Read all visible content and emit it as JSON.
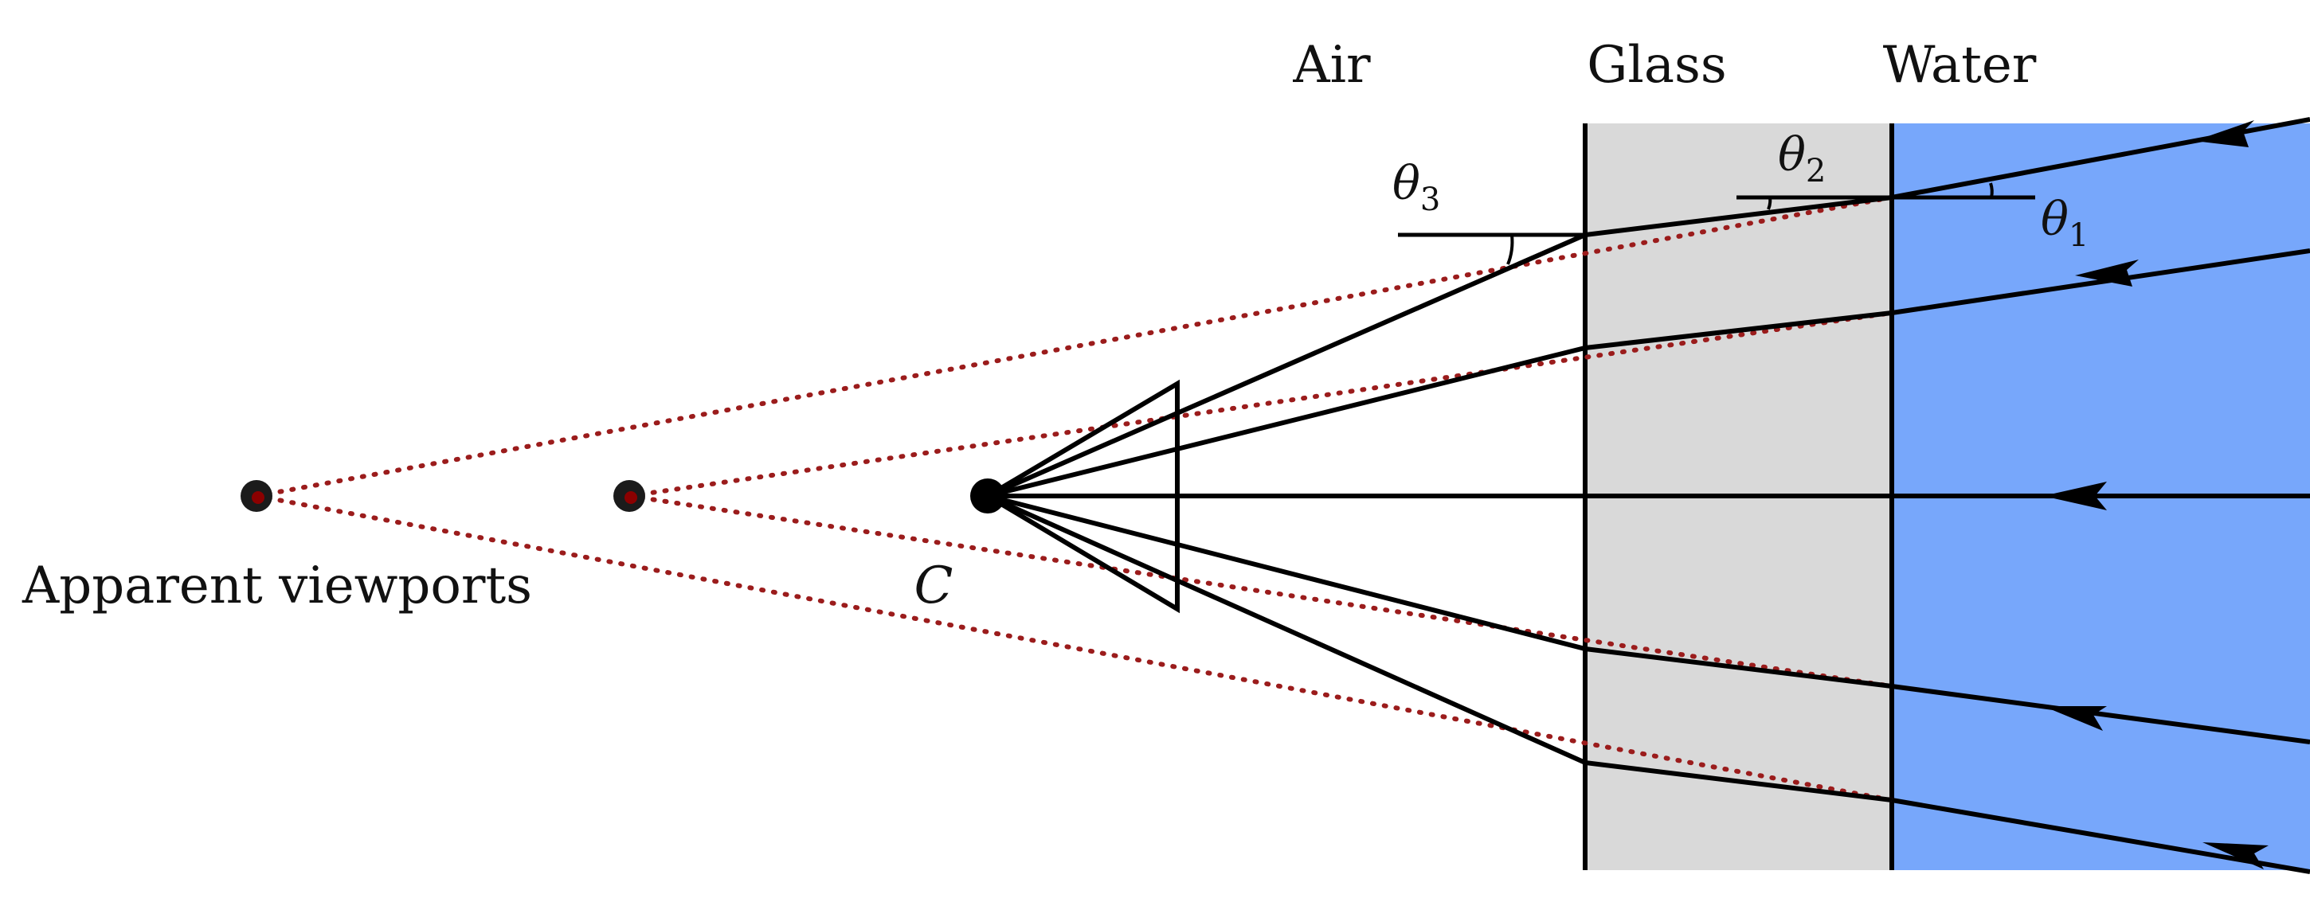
{
  "media": {
    "air": "Air",
    "glass": "Glass",
    "water": "Water"
  },
  "angles": {
    "theta1": {
      "symbol": "θ",
      "subscript": "1"
    },
    "theta2": {
      "symbol": "θ",
      "subscript": "2"
    },
    "theta3": {
      "symbol": "θ",
      "subscript": "3"
    }
  },
  "camera_center_label": "C",
  "caption": "Apparent viewports",
  "colors": {
    "glass": "#d9d9d9",
    "water": "#77a7fb",
    "ray": "#000000",
    "virtual_ray": "#9b1c1c",
    "point_fill": "#1b1b1b",
    "point_glow": "#8b0000"
  }
}
